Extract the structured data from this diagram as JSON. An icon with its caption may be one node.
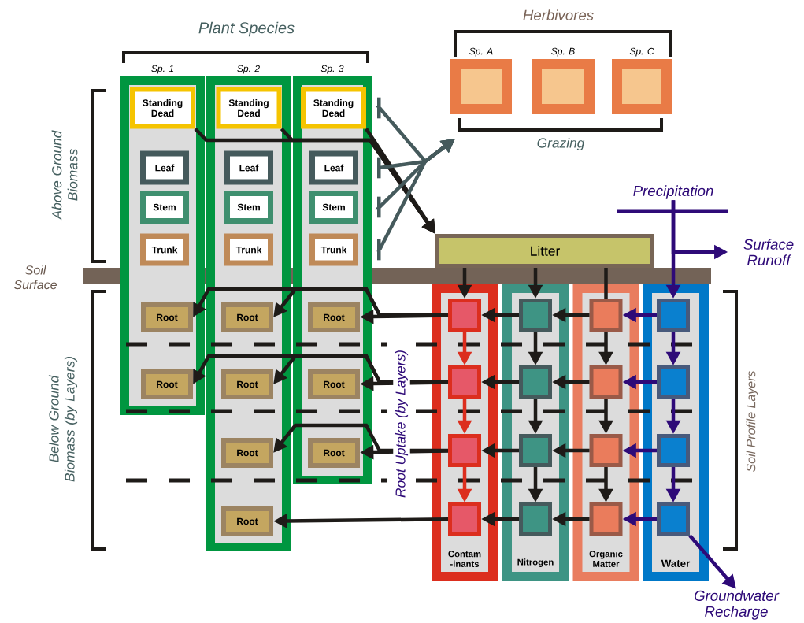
{
  "diagram": {
    "nodes": [
      {
        "text": [
          "Sp. 1"
        ]
      },
      {
        "text": [
          "Sp. 2"
        ]
      },
      {
        "text": [
          "Sp. 3"
        ]
      },
      {
        "text": [
          "Standing Dead"
        ],
        "in": 0
      },
      {
        "text": [
          "Leaf"
        ],
        "in": 0
      },
      {
        "text": [
          "Stem"
        ],
        "in": 0
      },
      {
        "text": [
          "Trunk"
        ],
        "in": 0
      },
      {
        "text": [
          "Root"
        ],
        "in": 0
      },
      {
        "text": [
          "Root"
        ],
        "in": 0
      },
      {
        "text": [
          "Standing Dead"
        ],
        "in": 1
      },
      {
        "text": [
          "Leaf"
        ],
        "in": 1
      },
      {
        "text": [
          "Stem"
        ],
        "in": 1
      },
      {
        "text": [
          "Trunk"
        ],
        "in": 1
      },
      {
        "text": [
          "Root"
        ],
        "in": 1
      },
      {
        "text": [
          "Root"
        ],
        "in": 1
      },
      {
        "text": [
          "Root"
        ],
        "in": 1
      },
      {
        "text": [
          "Root"
        ],
        "in": 1
      },
      {
        "text": [
          "Standing Dead"
        ],
        "in": 2
      },
      {
        "text": [
          "Leaf"
        ],
        "in": 2
      },
      {
        "text": [
          "Stem"
        ],
        "in": 2
      },
      {
        "text": [
          "Trunk"
        ],
        "in": 2
      },
      {
        "text": [
          "Root"
        ],
        "in": 2
      },
      {
        "text": [
          "Root"
        ],
        "in": 2
      },
      {
        "text": [
          "Root"
        ],
        "in": 2
      },
      {
        "text": [
          "Sp. A"
        ]
      },
      {
        "text": [
          "Sp. B"
        ]
      },
      {
        "text": [
          "Sp. C"
        ]
      },
      {
        "text": [
          "Litter"
        ]
      },
      {
        "text": [
          "Contam -inants"
        ]
      },
      {
        "text": [],
        "shape": "box",
        "in": 28
      },
      {
        "text": [],
        "shape": "box",
        "in": 28
      },
      {
        "text": [],
        "shape": "box",
        "in": 28
      },
      {
        "text": [],
        "shape": "box",
        "in": 28
      },
      {
        "text": [
          "Nitrogen"
        ]
      },
      {
        "text": [],
        "shape": "box",
        "in": 33
      },
      {
        "text": [],
        "shape": "box",
        "in": 33
      },
      {
        "text": [],
        "shape": "box",
        "in": 33
      },
      {
        "text": [],
        "shape": "box",
        "in": 33
      },
      {
        "text": [
          "Organic Matter"
        ]
      },
      {
        "text": [],
        "shape": "box",
        "in": 38
      },
      {
        "text": [],
        "shape": "box",
        "in": 38
      },
      {
        "text": [],
        "shape": "box",
        "in": 38
      },
      {
        "text": [],
        "shape": "box",
        "in": 38
      },
      {
        "text": [
          "Water"
        ]
      },
      {
        "text": [],
        "shape": "box",
        "in": 43
      },
      {
        "text": [],
        "shape": "box",
        "in": 43
      },
      {
        "text": [],
        "shape": "box",
        "in": 43
      },
      {
        "text": [],
        "shape": "box",
        "in": 43
      },
      {
        "text": [
          "Precipitation"
        ]
      },
      {
        "text": [
          "Surface Runoff"
        ]
      },
      {
        "text": [
          "Groundwater Recharge"
        ]
      }
    ],
    "edges": [
      {
        "from": 3,
        "to": 27,
        "arrow": "to"
      },
      {
        "from": 9,
        "to": 27,
        "arrow": "to"
      },
      {
        "from": 17,
        "to": 27,
        "arrow": "to"
      },
      {
        "from": 17,
        "to": null,
        "arrow": "to",
        "color": "#455a5c"
      },
      {
        "from": 18,
        "to": null,
        "arrow": "to",
        "color": "#455a5c"
      },
      {
        "from": 19,
        "to": null,
        "arrow": "to",
        "color": "#455a5c"
      },
      {
        "from": 20,
        "to": null,
        "arrow": "to",
        "color": "#455a5c"
      },
      {
        "from": 48,
        "to": 44,
        "arrow": "to",
        "color": "#2e0a78"
      },
      {
        "from": 48,
        "to": 49,
        "arrow": "to",
        "color": "#2e0a78"
      },
      {
        "from": 27,
        "to": 29,
        "arrow": "to"
      },
      {
        "from": 27,
        "to": 34,
        "arrow": "to"
      },
      {
        "from": 27,
        "to": 39,
        "arrow": "none"
      },
      {
        "from": 44,
        "to": 39,
        "arrow": "to",
        "color": "#2e0a78"
      },
      {
        "from": 39,
        "to": 34,
        "arrow": "to"
      },
      {
        "from": 34,
        "to": 29,
        "arrow": "to"
      },
      {
        "from": 45,
        "to": 40,
        "arrow": "to",
        "color": "#2e0a78"
      },
      {
        "from": 40,
        "to": 35,
        "arrow": "to"
      },
      {
        "from": 35,
        "to": 30,
        "arrow": "to"
      },
      {
        "from": 46,
        "to": 41,
        "arrow": "to",
        "color": "#2e0a78"
      },
      {
        "from": 41,
        "to": 36,
        "arrow": "to"
      },
      {
        "from": 36,
        "to": 31,
        "arrow": "to"
      },
      {
        "from": 47,
        "to": 42,
        "arrow": "to",
        "color": "#2e0a78"
      },
      {
        "from": 42,
        "to": 37,
        "arrow": "to"
      },
      {
        "from": 37,
        "to": 32,
        "arrow": "to"
      },
      {
        "from": 29,
        "to": 30,
        "arrow": "to",
        "color": "#dc2e1e"
      },
      {
        "from": 30,
        "to": 31,
        "arrow": "to",
        "color": "#dc2e1e"
      },
      {
        "from": 31,
        "to": 32,
        "arrow": "to",
        "color": "#dc2e1e"
      },
      {
        "from": 34,
        "to": 35,
        "arrow": "to"
      },
      {
        "from": 35,
        "to": 36,
        "arrow": "to"
      },
      {
        "from": 36,
        "to": 37,
        "arrow": "to"
      },
      {
        "from": 39,
        "to": 40,
        "arrow": "to"
      },
      {
        "from": 40,
        "to": 41,
        "arrow": "to"
      },
      {
        "from": 41,
        "to": 42,
        "arrow": "to"
      },
      {
        "from": 44,
        "to": 45,
        "arrow": "to",
        "color": "#2e0a78"
      },
      {
        "from": 45,
        "to": 46,
        "arrow": "to",
        "color": "#2e0a78"
      },
      {
        "from": 46,
        "to": 47,
        "arrow": "to",
        "color": "#2e0a78"
      },
      {
        "from": 29,
        "to": 21,
        "arrow": "to"
      },
      {
        "from": 29,
        "to": 13,
        "arrow": "to"
      },
      {
        "from": 29,
        "to": 7,
        "arrow": "to"
      },
      {
        "from": 30,
        "to": 22,
        "arrow": "to"
      },
      {
        "from": 30,
        "to": 14,
        "arrow": "to"
      },
      {
        "from": 30,
        "to": 8,
        "arrow": "to"
      },
      {
        "from": 31,
        "to": 23,
        "arrow": "to"
      },
      {
        "from": 31,
        "to": 15,
        "arrow": "to"
      },
      {
        "from": 32,
        "to": 16,
        "arrow": "to"
      },
      {
        "from": 47,
        "to": 50,
        "arrow": "to",
        "color": "#2e0a78"
      }
    ],
    "labels": [
      "Plant Species",
      "Herbivores",
      "Grazing",
      "Above Ground Biomass",
      "Soil Surface",
      "Below Ground Biomass (by Layers)",
      "Root Uptake (by Layers)",
      "Soil Profile Layers"
    ]
  }
}
